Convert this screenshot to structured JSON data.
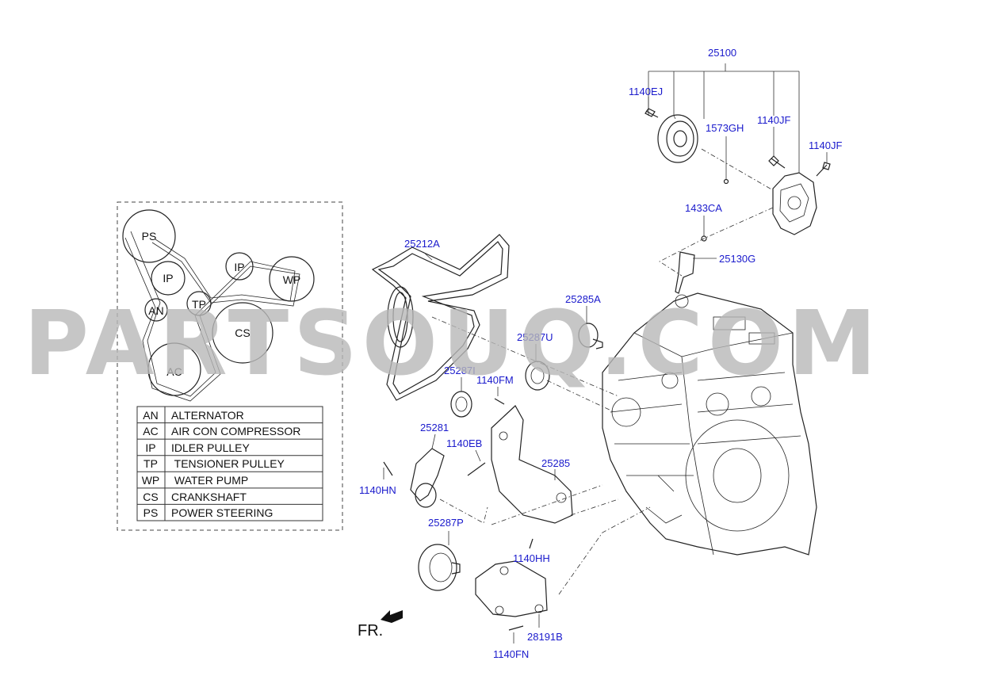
{
  "watermark": "PARTSOUQ.COM",
  "pulleys": {
    "ps": "PS",
    "ip_top": "IP",
    "wp": "WP",
    "ip_left": "IP",
    "an": "AN",
    "tp": "TP",
    "cs": "CS",
    "ac": "AC"
  },
  "legend": [
    {
      "code": "AN",
      "name": "ALTERNATOR"
    },
    {
      "code": "AC",
      "name": "AIR CON COMPRESSOR"
    },
    {
      "code": "IP",
      "name": "IDLER PULLEY"
    },
    {
      "code": "TP",
      "name": " TENSIONER PULLEY"
    },
    {
      "code": "WP",
      "name": " WATER PUMP"
    },
    {
      "code": "CS",
      "name": "CRANKSHAFT"
    },
    {
      "code": "PS",
      "name": "POWER STEERING"
    }
  ],
  "callouts": {
    "c25100": "25100",
    "c1140EJ": "1140EJ",
    "c1573GH": "1573GH",
    "c1140JF_a": "1140JF",
    "c1140JF_b": "1140JF",
    "c1433CA": "1433CA",
    "c25130G": "25130G",
    "c25212A": "25212A",
    "c25285A": "25285A",
    "c25287U": "25287U",
    "c25287I": "25287I",
    "c1140FM": "1140FM",
    "c25281": "25281",
    "c1140EB": "1140EB",
    "c25285": "25285",
    "c1140HN": "1140HN",
    "c25287P": "25287P",
    "c1140HH": "1140HH",
    "c28191B": "28191B",
    "c1140FN": "1140FN"
  },
  "front_label": "FR."
}
